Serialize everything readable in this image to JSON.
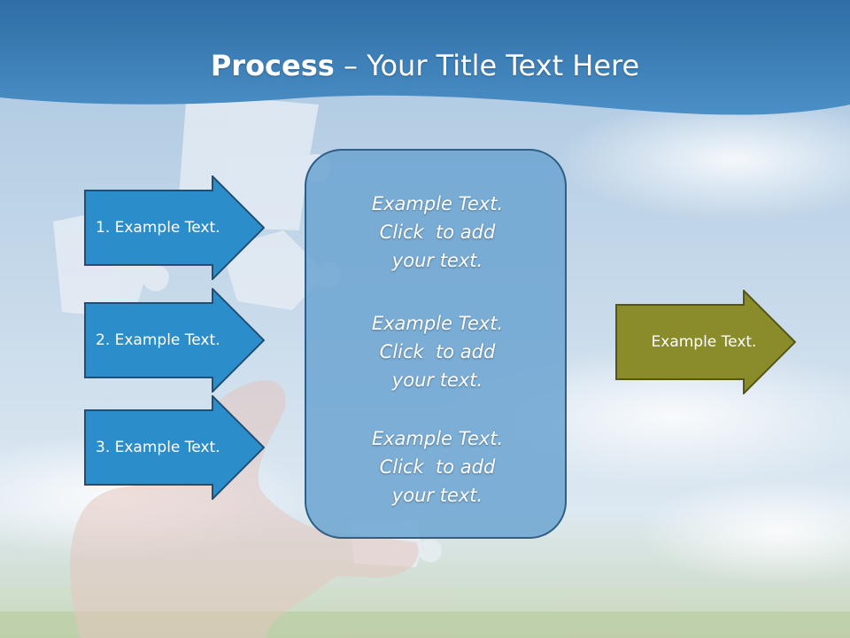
{
  "colors": {
    "banner": "#3479b8",
    "left_arrow_fill": "#2b8ecb",
    "left_arrow_border": "#1f4f74",
    "center_box_fill": "#7aaed6",
    "center_box_border": "#2f5d84",
    "output_arrow_fill": "#8a8b2b",
    "output_arrow_border": "#555514"
  },
  "title": {
    "bold": "Process",
    "rest": " – Your Title Text Here"
  },
  "inputs": [
    {
      "label": "1. Example Text."
    },
    {
      "label": "2. Example Text."
    },
    {
      "label": "3. Example Text."
    }
  ],
  "center": {
    "blocks": [
      {
        "line1": "Example Text.",
        "line2": "Click  to add",
        "line3": "your text."
      },
      {
        "line1": "Example Text.",
        "line2": "Click  to add",
        "line3": "your text."
      },
      {
        "line1": "Example Text.",
        "line2": "Click  to add",
        "line3": "your text."
      }
    ]
  },
  "output": {
    "label": "Example Text."
  },
  "background": {
    "image": "hand-holding-puzzle-piece-against-sky"
  }
}
